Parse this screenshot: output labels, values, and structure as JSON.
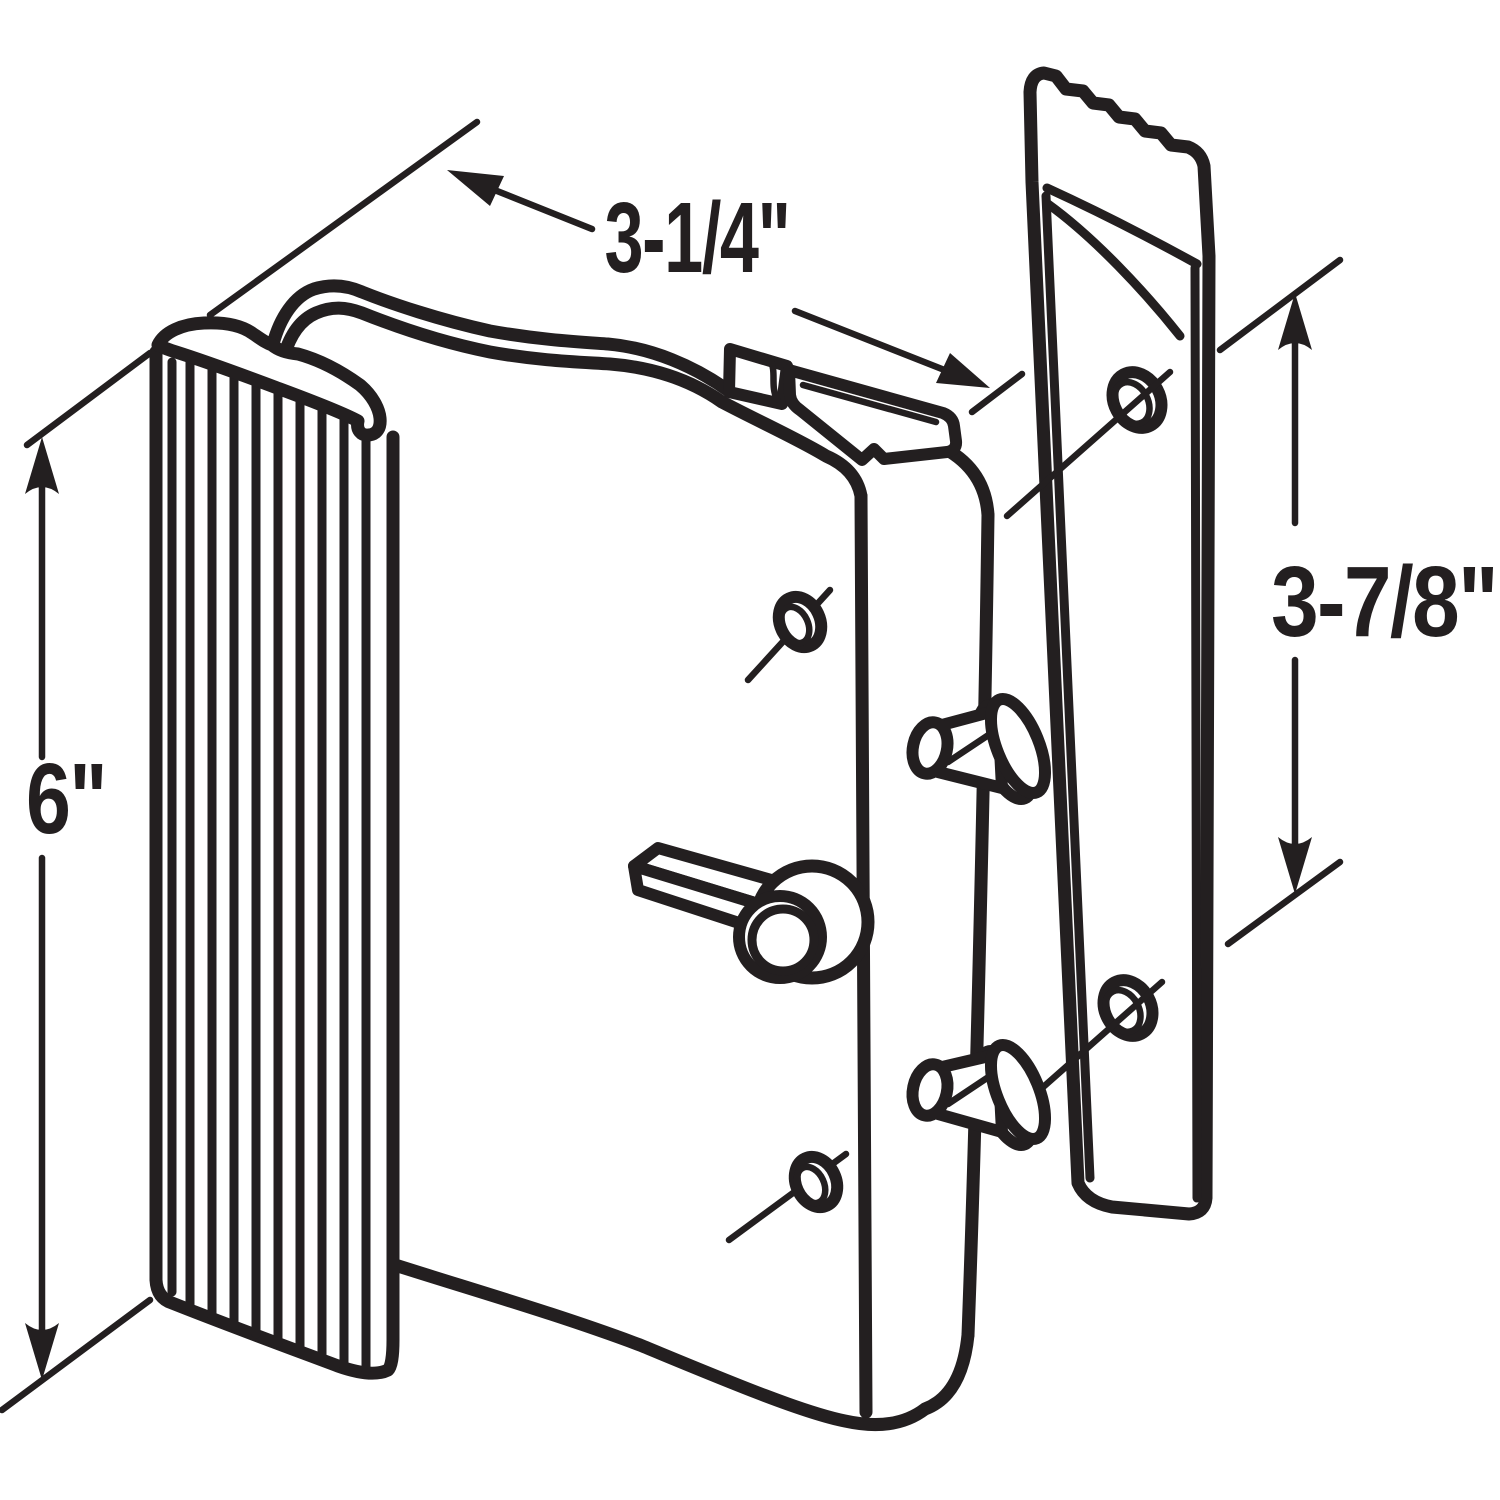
{
  "diagram": {
    "dimensions": {
      "handle_width": {
        "label": "3-1/4\""
      },
      "handle_height": {
        "label": "6\""
      },
      "plate_height": {
        "label": "3-7/8\""
      }
    },
    "colors": {
      "line": "#231f20",
      "background": "#ffffff"
    }
  }
}
